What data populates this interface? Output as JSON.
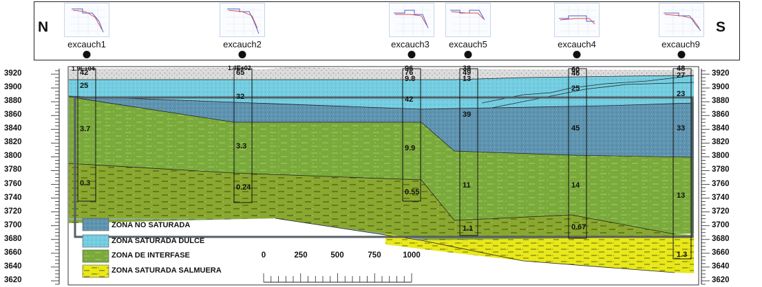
{
  "orientation": {
    "left": "N",
    "right": "S"
  },
  "wells": [
    {
      "name": "excauch1"
    },
    {
      "name": "excauch2"
    },
    {
      "name": "excauch3"
    },
    {
      "name": "excauch5"
    },
    {
      "name": "excauch4"
    },
    {
      "name": "excauch9"
    }
  ],
  "elevation_axis": {
    "min": 3615,
    "max": 3928,
    "ticks": [
      "3920",
      "3900",
      "3880",
      "3860",
      "3840",
      "3820",
      "3800",
      "3780",
      "3760",
      "3740",
      "3720",
      "3700",
      "3680",
      "3660",
      "3640",
      "3620"
    ]
  },
  "legend": {
    "items": [
      {
        "label": "ZONA NO SATURADA",
        "color": "#5f94b0"
      },
      {
        "label": "ZONA SATURADA DULCE",
        "color": "#74cde0"
      },
      {
        "label": "ZONA DE INTERFASE",
        "color": "#7aa93c"
      },
      {
        "label": "ZONA SATURADA SALMUERA",
        "color": "#e8e81a"
      }
    ]
  },
  "scale_bar": {
    "labels": [
      "0",
      "250",
      "500",
      "750",
      "1000"
    ]
  },
  "well_values": [
    {
      "well": "excauch1",
      "text": "1.9E+04",
      "elev": 3926
    },
    {
      "well": "excauch1",
      "text": "42",
      "elev": 3921
    },
    {
      "well": "excauch1",
      "text": "25",
      "elev": 3902
    },
    {
      "well": "excauch1",
      "text": "3.7",
      "elev": 3839
    },
    {
      "well": "excauch1",
      "text": "0.3",
      "elev": 3761
    },
    {
      "well": "excauch2",
      "text": "1.4E+02",
      "elev": 3927
    },
    {
      "well": "excauch2",
      "text": "65",
      "elev": 3921
    },
    {
      "well": "excauch2",
      "text": "32",
      "elev": 3886
    },
    {
      "well": "excauch2",
      "text": "3.3",
      "elev": 3814
    },
    {
      "well": "excauch2",
      "text": "0.24",
      "elev": 3755
    },
    {
      "well": "excauch3",
      "text": "96",
      "elev": 3927
    },
    {
      "well": "excauch3",
      "text": "76",
      "elev": 3921
    },
    {
      "well": "excauch3",
      "text": "9.8",
      "elev": 3912
    },
    {
      "well": "excauch3",
      "text": "42",
      "elev": 3882
    },
    {
      "well": "excauch3",
      "text": "9.9",
      "elev": 3811
    },
    {
      "well": "excauch3",
      "text": "0.55",
      "elev": 3748
    },
    {
      "well": "excauch5",
      "text": "38",
      "elev": 3927
    },
    {
      "well": "excauch5",
      "text": "49",
      "elev": 3921
    },
    {
      "well": "excauch5",
      "text": "13",
      "elev": 3912
    },
    {
      "well": "excauch5",
      "text": "39",
      "elev": 3860
    },
    {
      "well": "excauch5",
      "text": "11",
      "elev": 3758
    },
    {
      "well": "excauch5",
      "text": "1.1",
      "elev": 3695
    },
    {
      "well": "excauch4",
      "text": "60",
      "elev": 3925
    },
    {
      "well": "excauch4",
      "text": "46",
      "elev": 3920
    },
    {
      "well": "excauch4",
      "text": "25",
      "elev": 3898
    },
    {
      "well": "excauch4",
      "text": "45",
      "elev": 3840
    },
    {
      "well": "excauch4",
      "text": "14",
      "elev": 3758
    },
    {
      "well": "excauch4",
      "text": "0.67",
      "elev": 3697
    },
    {
      "well": "excauch9",
      "text": "48",
      "elev": 3927
    },
    {
      "well": "excauch9",
      "text": "27",
      "elev": 3917
    },
    {
      "well": "excauch9",
      "text": "23",
      "elev": 3890
    },
    {
      "well": "excauch9",
      "text": "33",
      "elev": 3840
    },
    {
      "well": "excauch9",
      "text": "13",
      "elev": 3743
    },
    {
      "well": "excauch9",
      "text": "1.3",
      "elev": 3657
    }
  ]
}
